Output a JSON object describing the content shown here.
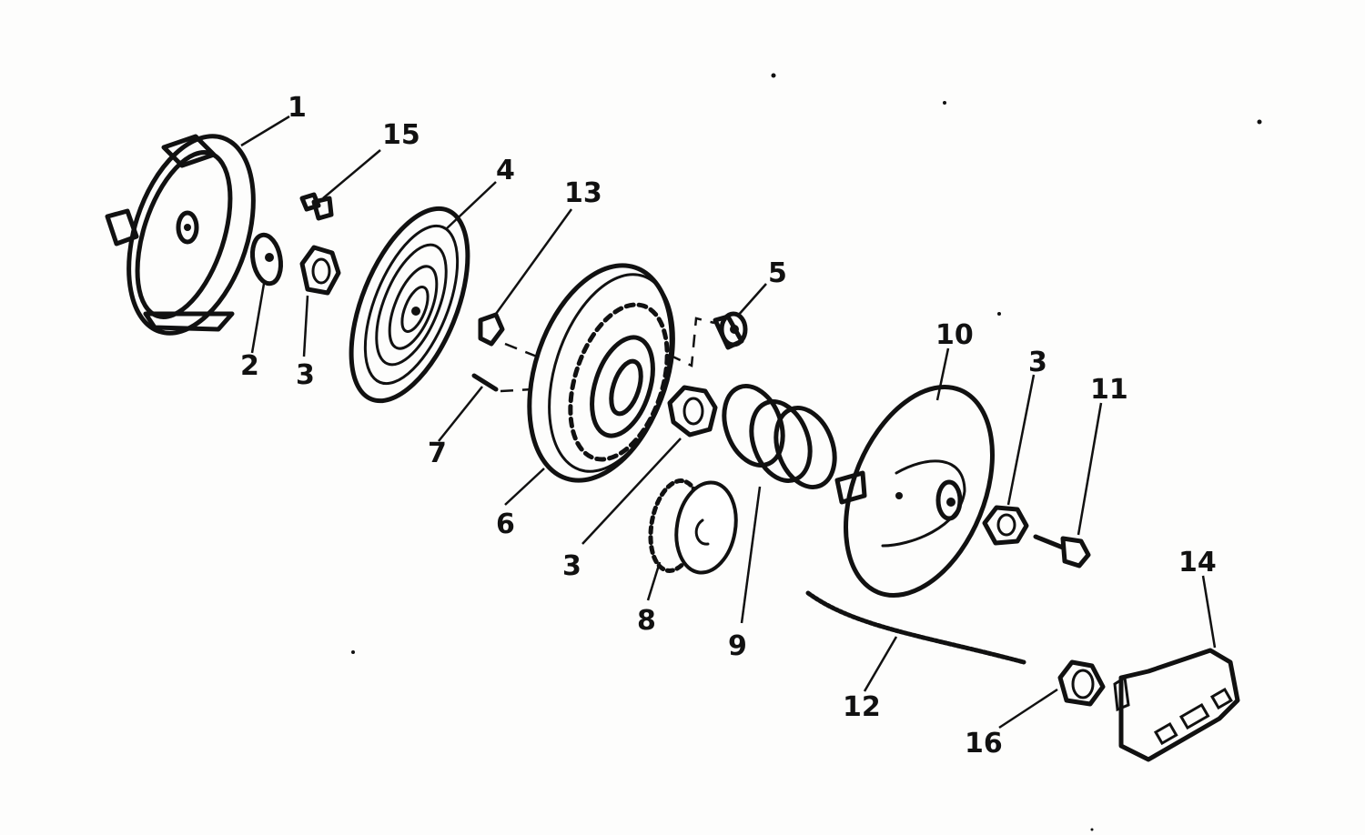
{
  "diagram": {
    "labels": [
      {
        "id": "1",
        "text": "1"
      },
      {
        "id": "2",
        "text": "2"
      },
      {
        "id": "3a",
        "text": "3"
      },
      {
        "id": "15",
        "text": "15"
      },
      {
        "id": "4",
        "text": "4"
      },
      {
        "id": "13",
        "text": "13"
      },
      {
        "id": "7",
        "text": "7"
      },
      {
        "id": "6",
        "text": "6"
      },
      {
        "id": "5",
        "text": "5"
      },
      {
        "id": "3b",
        "text": "3"
      },
      {
        "id": "8",
        "text": "8"
      },
      {
        "id": "9",
        "text": "9"
      },
      {
        "id": "10",
        "text": "10"
      },
      {
        "id": "3c",
        "text": "3"
      },
      {
        "id": "11",
        "text": "11"
      },
      {
        "id": "12",
        "text": "12"
      },
      {
        "id": "14",
        "text": "14"
      },
      {
        "id": "16",
        "text": "16"
      }
    ]
  }
}
